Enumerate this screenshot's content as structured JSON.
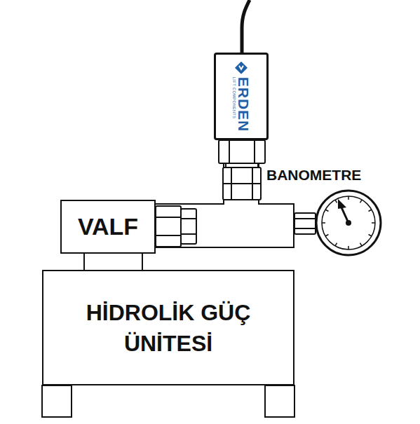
{
  "diagram": {
    "nodes": [
      {
        "text": [
          "ERDEN",
          "LİFT COMPONENTS"
        ]
      },
      {
        "text": [
          "VALF"
        ]
      },
      {
        "text": [
          "HİDROLİK GÜÇ ÜNİTESİ"
        ]
      }
    ],
    "edges": [
      {
        "from": 1,
        "to": 0,
        "arrow": "none"
      },
      {
        "from": 1,
        "to": 2,
        "arrow": "none"
      }
    ],
    "labels": [
      "BANOMETRE"
    ]
  }
}
